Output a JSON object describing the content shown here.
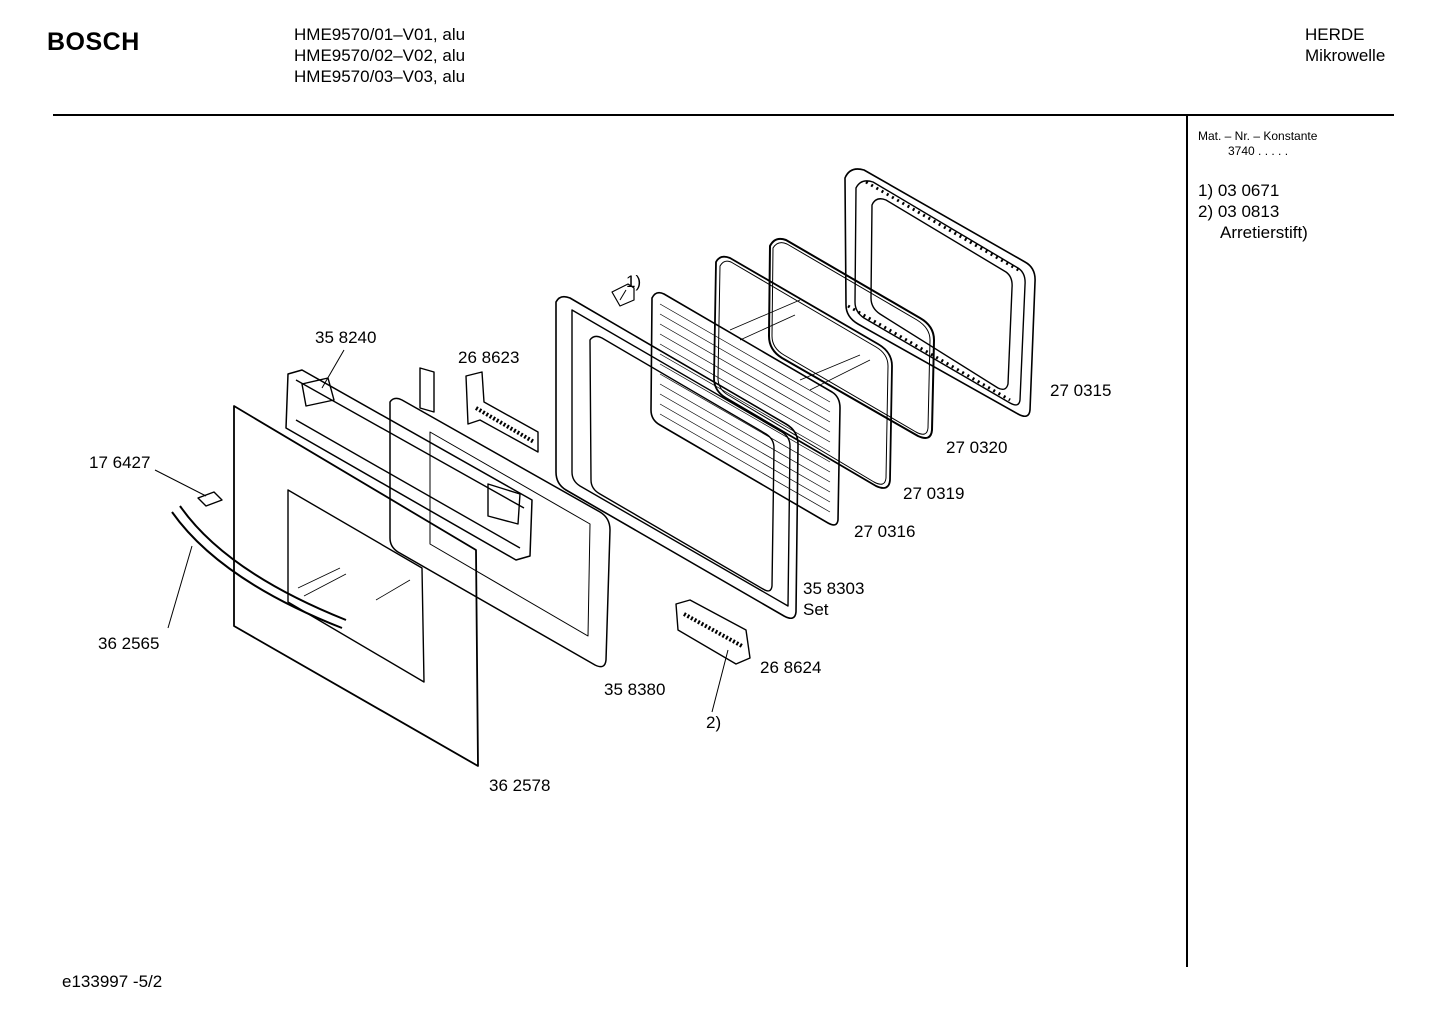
{
  "header": {
    "brand": "BOSCH",
    "models": [
      "HME9570/01–V01, alu",
      "HME9570/02–V02,  alu",
      "HME9570/03–V03,  alu"
    ],
    "category": [
      "HERDE",
      "Mikrowelle"
    ]
  },
  "sidebar": {
    "constant_title": "Mat. – Nr. – Konstante",
    "constant_value": "3740  .   .   .   .   .",
    "notes": [
      "1) 03 0671",
      "2) 03 0813",
      "Arretierstift)"
    ]
  },
  "labels": {
    "p358240": "35 8240",
    "p268623": "26 8623",
    "p176427": "17 6427",
    "p362565": "36 2565",
    "p362578": "36 2578",
    "p358380": "35 8380",
    "p268624": "26 8624",
    "ref2": "2)",
    "ref1": "1)",
    "p358303": "35 8303",
    "set": "Set",
    "p270316": "27 0316",
    "p270319": "27 0319",
    "p270320": "27 0320",
    "p270315": "27 0315"
  },
  "footer": {
    "code": "e133997 -5/2"
  }
}
